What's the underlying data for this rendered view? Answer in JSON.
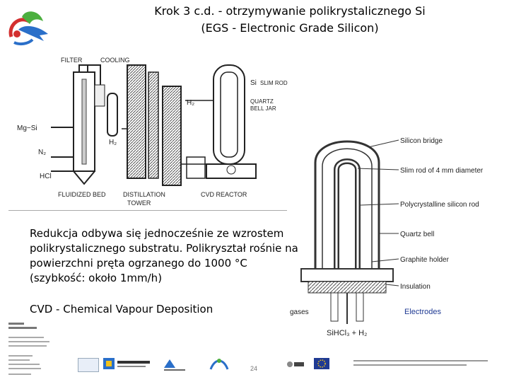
{
  "slide": {
    "title_line1": "Krok 3 c.d. - otrzymywanie polikrystalicznego Si",
    "title_line2": "(EGS - Electronic Grade Silicon)",
    "body_line1": "Redukcja odbywa się jednocześnie ze wzrostem",
    "body_line2": "polikrystalicznego substratu. Polikryształ rośnie na",
    "body_line3": "powierzchni pręta ogrzanego do 1000 °C",
    "body_line4": "(szybkość: około 1mm/h)",
    "cvd": "CVD - Chemical Vapour Deposition",
    "page_number": "24"
  },
  "diagram1": {
    "filter": "FILTER",
    "cooling": "COOLING",
    "si": "Si",
    "slim_rod": "SLIM ROD",
    "quartz": "QUARTZ",
    "bell_jar": "BELL JAR",
    "h2_a": "H₂",
    "h2_b": "H₂",
    "mg_si": "Mg−Si",
    "n2": "N₂",
    "hcl": "HCl",
    "fluidized_bed": "FLUIDIZED BED",
    "distillation": "DISTILLATION",
    "tower": "TOWER",
    "cvd_reactor": "CVD REACTOR"
  },
  "diagram2": {
    "silicon_bridge": "Silicon bridge",
    "slim_rod": "Slim rod of 4 mm diameter",
    "polycrystalline": "Polycrystalline silicon rod",
    "quartz_bell": "Quartz bell",
    "graphite_holder": "Graphite holder",
    "insulation": "Insulation",
    "gases": "gases",
    "electrodes": "Electrodes",
    "formula": "SiHCl₃ + H₂"
  },
  "colors": {
    "electrodes": "#1f3a93",
    "logo_blue": "#2a6fc9",
    "logo_green": "#4caf3f",
    "logo_red": "#d32f2f"
  }
}
